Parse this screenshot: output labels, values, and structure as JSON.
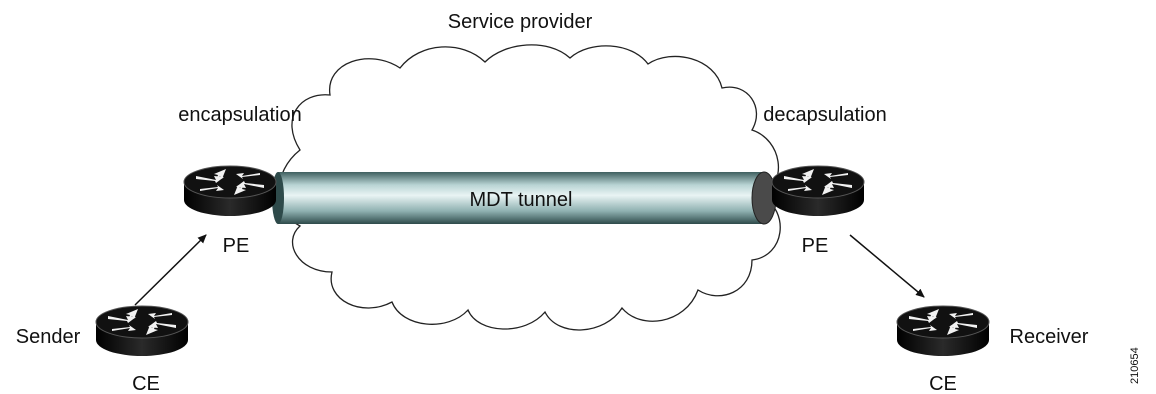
{
  "cloud": {
    "label": "Service provider"
  },
  "labels": {
    "encapsulation": "encapsulation",
    "decapsulation": "decapsulation"
  },
  "tunnel": {
    "label": "MDT tunnel"
  },
  "routers": {
    "pe_left": {
      "label": "PE"
    },
    "pe_right": {
      "label": "PE"
    },
    "ce_left": {
      "label": "CE",
      "role": "Sender"
    },
    "ce_right": {
      "label": "CE",
      "role": "Receiver"
    }
  },
  "figure_id": "210654"
}
